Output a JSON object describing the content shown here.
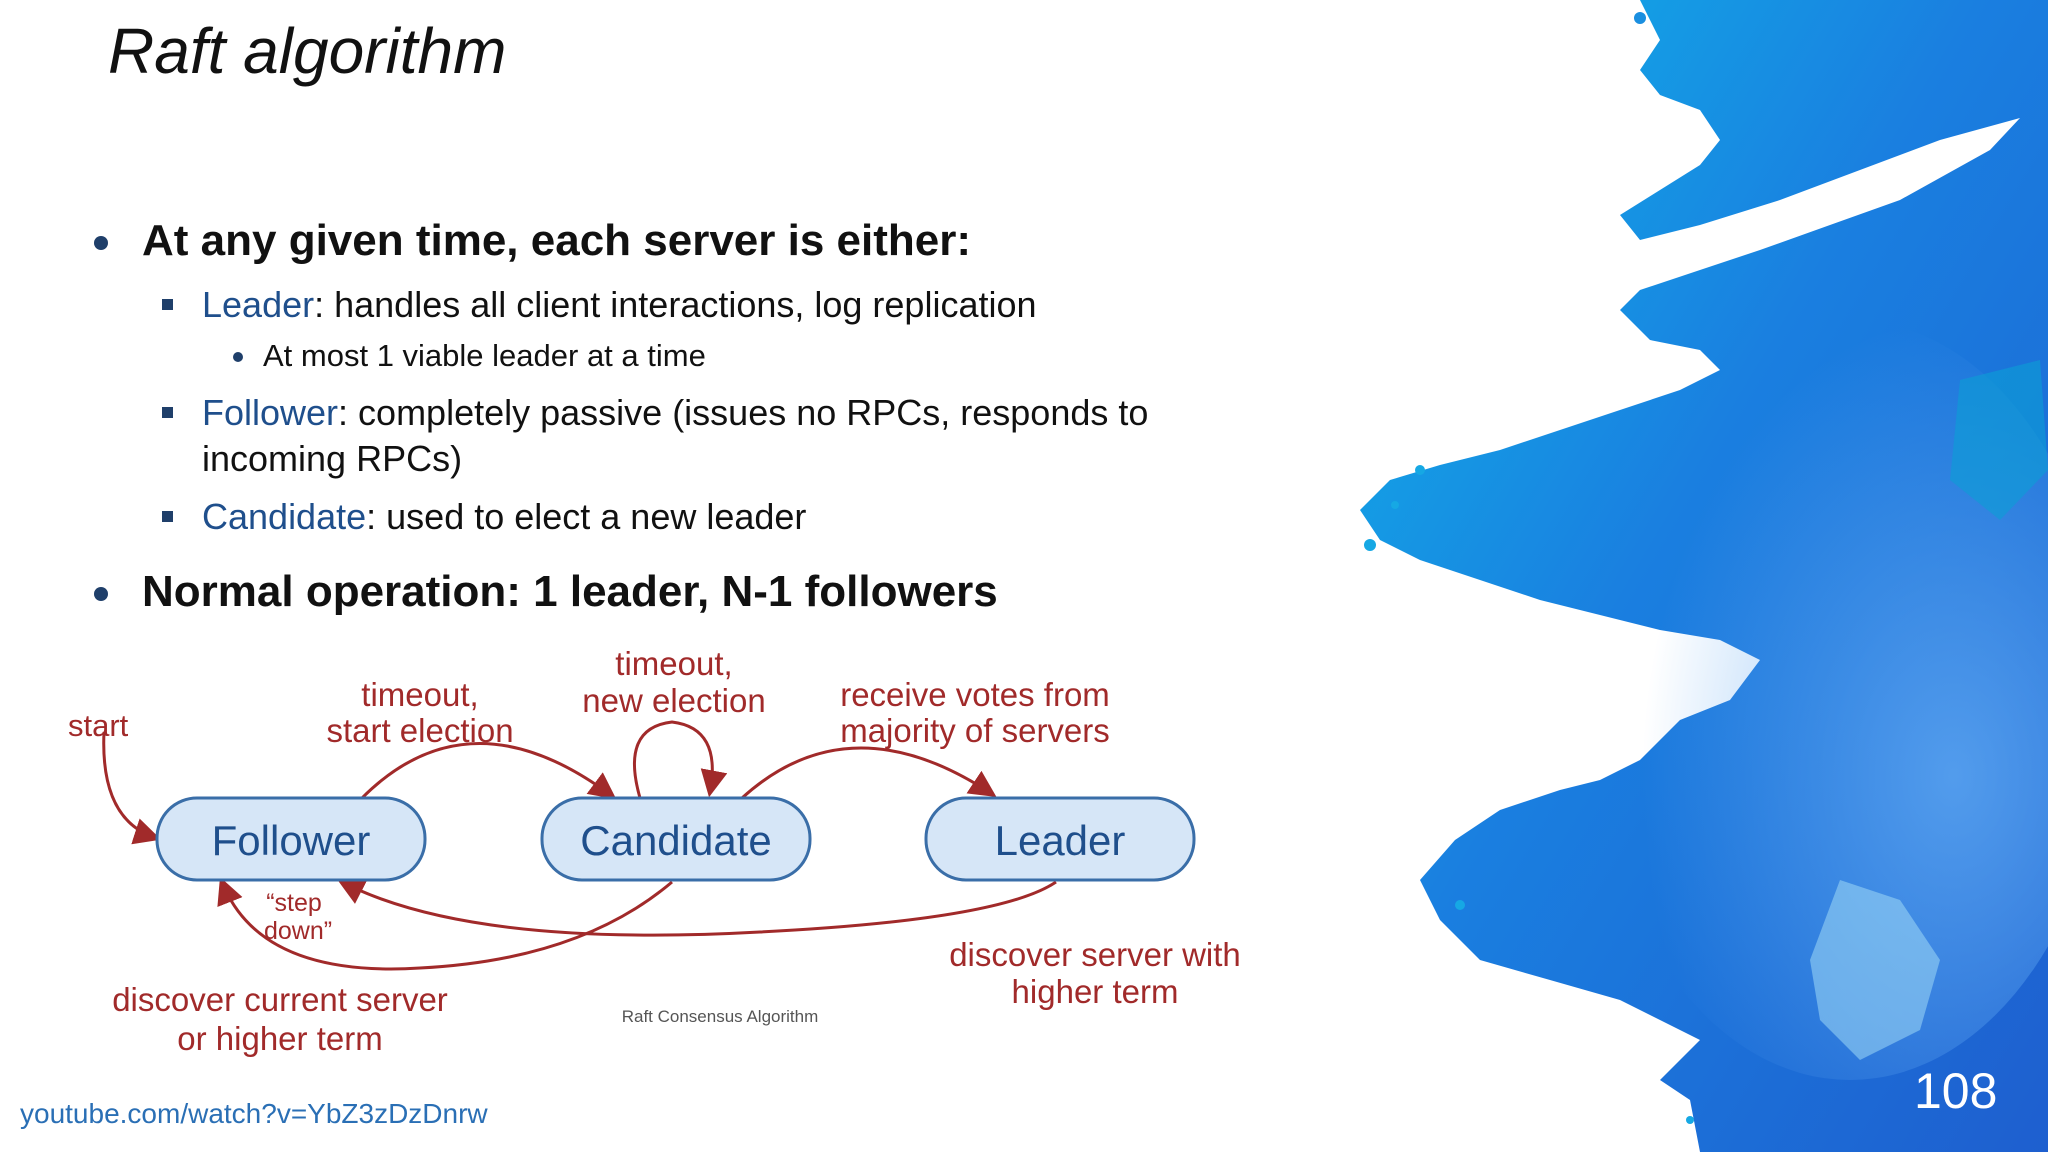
{
  "slide": {
    "title": "Raft algorithm",
    "footer_link": "youtube.com/watch?v=YbZ3zDzDnrw",
    "page_number": "108"
  },
  "bullets": {
    "b1": "At any given time, each server is either:",
    "leader_term": "Leader",
    "leader_desc": ": handles all client interactions, log replication",
    "leader_sub": "At most 1 viable leader at a time",
    "follower_term": "Follower",
    "follower_desc": ": completely passive (issues no RPCs, responds to",
    "follower_desc2": "incoming RPCs)",
    "candidate_term": "Candidate",
    "candidate_desc": ": used to elect a new leader",
    "b2": "Normal operation: 1 leader, N-1 followers"
  },
  "diagram": {
    "states": {
      "follower": "Follower",
      "candidate": "Candidate",
      "leader": "Leader"
    },
    "labels": {
      "start": "start",
      "timeout_start_1": "timeout,",
      "timeout_start_2": "start election",
      "timeout_new_1": "timeout,",
      "timeout_new_2": "new election",
      "receive_1": "receive votes from",
      "receive_2": "majority of servers",
      "step_down_1": "“step",
      "step_down_2": "down”",
      "discover_current_1": "discover current server",
      "discover_current_2": "or higher term",
      "discover_higher_1": "discover server with",
      "discover_higher_2": "higher term",
      "caption": "Raft Consensus Algorithm"
    }
  },
  "colors": {
    "arrow": "#a12a2a",
    "state_fill": "#d6e6f7",
    "state_stroke": "#3a6ea8",
    "term": "#1f4f8c"
  }
}
